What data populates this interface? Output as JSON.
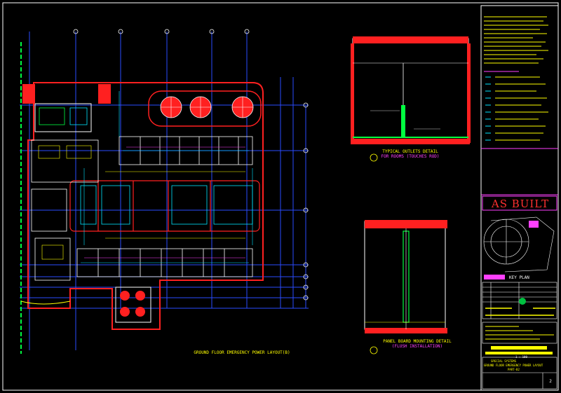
{
  "title_block": {
    "stamp": "AS BUILT",
    "key_plan_label": "KEY PLAN",
    "drawing_title_lines": [
      "SPECIAL SYSTEMS",
      "GROUND FLOOR EMERGENCY POWER LAYOUT",
      "PART-B2"
    ],
    "scale": "1 : 100",
    "sheet_number": "2"
  },
  "captions": {
    "plan": "GROUND FLOOR EMERGENCY POWER LAYOUT(B)",
    "detail_1_title": "TYPICAL OUTLETS DETAIL",
    "detail_1_sub": "FOR ROOMS (TOUCHES ROD)",
    "detail_2_title": "PANEL BOARD MOUNTING DETAIL",
    "detail_2_sub": "(FLUSH INSTALLATION)"
  },
  "colors": {
    "background": "#000000",
    "walls": "#ff2020",
    "grid": "#2a4bff",
    "equipment": "#ffffff",
    "annotation": "#ffff00",
    "ground_line": "#00ff40",
    "accent": "#ff40ff",
    "cyan": "#00e5ff"
  }
}
